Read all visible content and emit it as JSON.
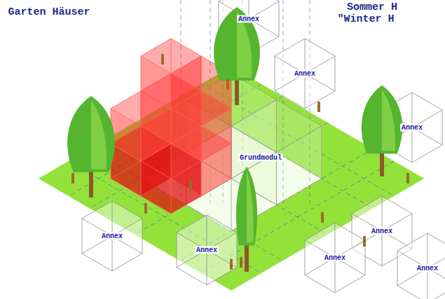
{
  "diagram": {
    "title": "Garten Häuser",
    "labels": [
      "Sommer H",
      "\"Winter H",
      "Annex",
      "Annex",
      "Annex",
      "Grundmodul",
      "Annex",
      "Annex",
      "Annex",
      "Annex",
      "Annex"
    ]
  }
}
